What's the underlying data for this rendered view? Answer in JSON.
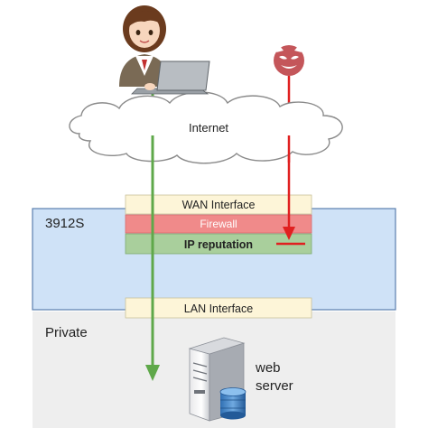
{
  "internet": {
    "label": "Internet"
  },
  "device": {
    "name": "3912S",
    "layers": {
      "wan": "WAN Interface",
      "firewall": "Firewall",
      "ip_reputation": "IP reputation",
      "lan": "LAN Interface"
    }
  },
  "private": {
    "label": "Private"
  },
  "server": {
    "label_line1": "web",
    "label_line2": "server"
  },
  "colors": {
    "device_zone": "#cfe2f7",
    "private_zone": "#eeeeee",
    "interface_band": "#fdf5d8",
    "firewall_band": "#f08a8a",
    "ip_reputation_band": "#a9cf9c",
    "allowed_flow": "#5fa84a",
    "blocked_flow": "#e02020"
  },
  "icons": [
    "user-at-laptop-icon",
    "attacker-devil-icon",
    "cloud-icon",
    "web-server-icon",
    "database-icon"
  ]
}
